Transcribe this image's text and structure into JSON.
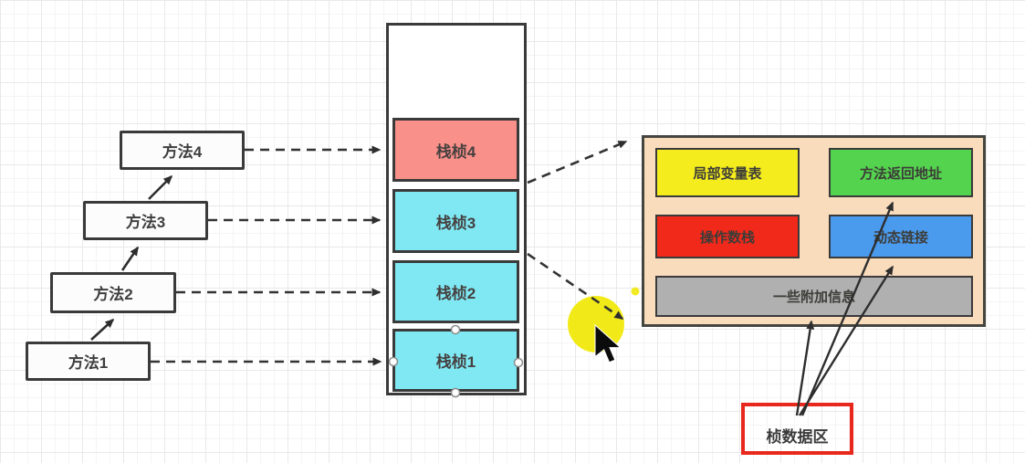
{
  "diagram": {
    "title_hint": "JVM stack frames diagram",
    "methods": [
      {
        "label": "方法1"
      },
      {
        "label": "方法2"
      },
      {
        "label": "方法3"
      },
      {
        "label": "方法4"
      }
    ],
    "stack": {
      "frames": [
        {
          "label": "栈桢4",
          "color": "#f99089"
        },
        {
          "label": "栈桢3",
          "color": "#7fe8f3"
        },
        {
          "label": "栈桢2",
          "color": "#7fe8f3"
        },
        {
          "label": "栈桢1",
          "color": "#7fe8f3"
        }
      ],
      "outer_color": "#ffffff"
    },
    "frame_detail": {
      "bg_color": "#f9dcbb",
      "local_vars": {
        "label": "局部变量表",
        "color": "#f5ec1d"
      },
      "return_addr": {
        "label": "方法返回地址",
        "color": "#54d34e"
      },
      "operand_stack": {
        "label": "操作数栈",
        "color": "#f1291a"
      },
      "dynamic_link": {
        "label": "动态链接",
        "color": "#4a9aee"
      },
      "extra_info": {
        "label": "一些附加信息",
        "color": "#b0b0b0"
      }
    },
    "frame_data_area": {
      "label": "桢数据区",
      "border_color": "#e8281c"
    },
    "highlight_color": "#f1e90c",
    "line_color": "#333333"
  }
}
